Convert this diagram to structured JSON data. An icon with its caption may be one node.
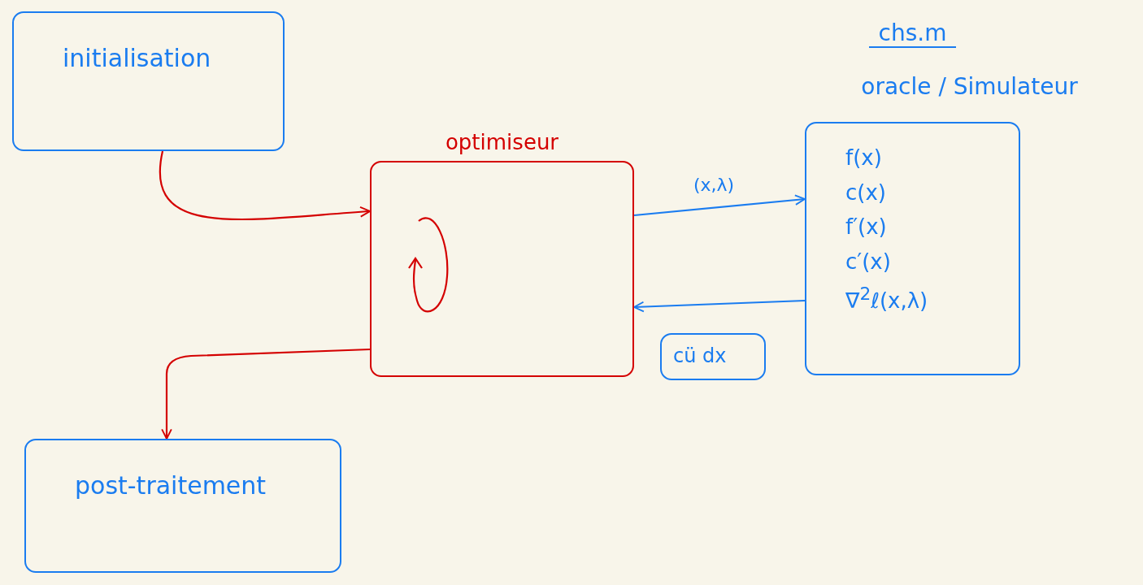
{
  "diagram": {
    "nodes": [
      {
        "text": [
          "initialisation"
        ]
      },
      {
        "text": [
          "optimiseur"
        ]
      },
      {
        "text": [
          "chs.m",
          "oracle / Simulateur",
          "f(x)",
          "c(x)",
          "f′(x)",
          "c′(x)",
          "∇$^{2}$ℓ(x,λ)"
        ]
      },
      {
        "text": [
          "cü dx"
        ]
      },
      {
        "text": [
          "post-traitement"
        ]
      }
    ],
    "edges": [
      {
        "from": 0,
        "to": 1,
        "arrow": "to",
        "color": "#d40000"
      },
      {
        "from": 1,
        "to": 2,
        "arrow": "to",
        "label": "(x,λ)",
        "color": "#1a7cf0"
      },
      {
        "from": 2,
        "to": 1,
        "arrow": "to",
        "color": "#1a7cf0"
      },
      {
        "from": 1,
        "to": 4,
        "arrow": "to",
        "color": "#d40000"
      }
    ]
  }
}
